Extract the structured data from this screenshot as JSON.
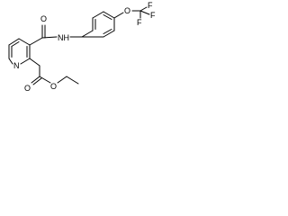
{
  "molecule": {
    "atom_labels": {
      "ring_nitrogen": "N",
      "amide_oxygen": "O",
      "amide_nh": "NH",
      "ether_oxygen": "O",
      "fluorine_1": "F",
      "fluorine_2": "F",
      "fluorine_3": "F",
      "ester_carbonyl_oxygen": "O",
      "ester_oxygen": "O"
    },
    "colors": {
      "bond": "#000000",
      "label": "#000000",
      "background": "#ffffff"
    }
  }
}
